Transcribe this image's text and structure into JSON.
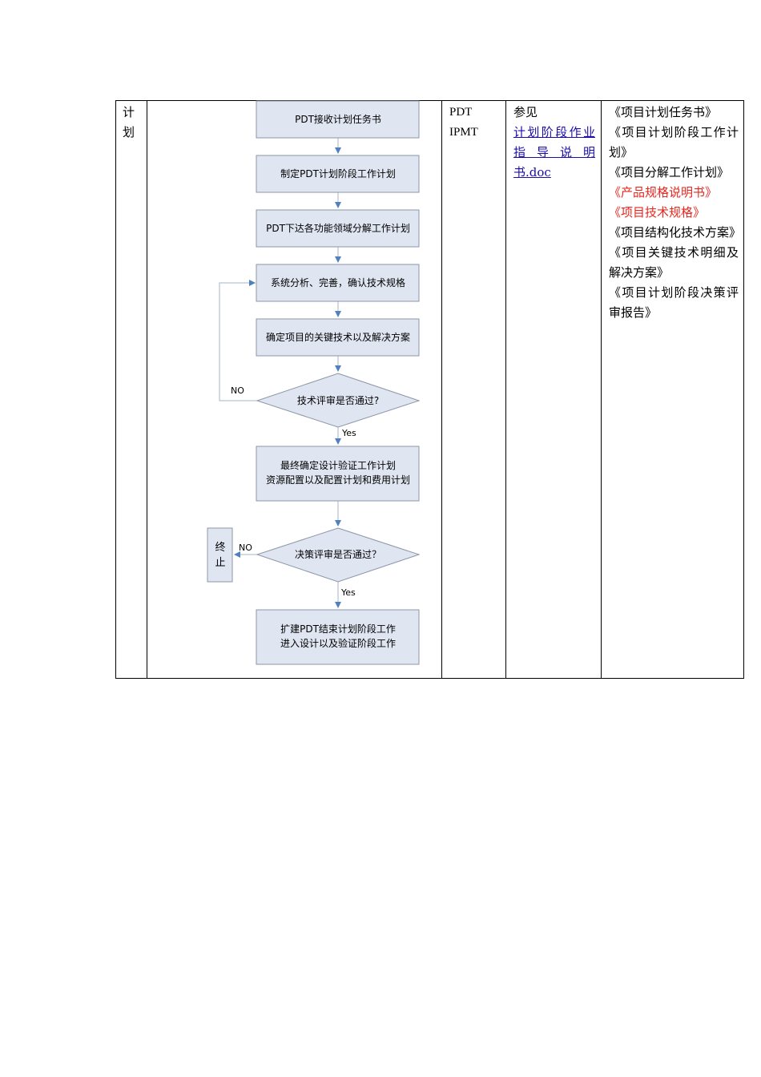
{
  "table": {
    "phase": [
      "计",
      "划"
    ],
    "owner": [
      "PDT",
      "IPMT"
    ],
    "reference": {
      "prefix": "参见",
      "link_lines": [
        "计划阶段作业",
        "指导说明",
        "书.doc"
      ]
    },
    "documents": [
      {
        "text": "《项目计划任务书》",
        "color": "#000000"
      },
      {
        "text": "《项目计划阶段工作计划》",
        "color": "#000000"
      },
      {
        "text": "《项目分解工作计划》",
        "color": "#000000"
      },
      {
        "text": "《产品规格说明书》",
        "color": "#e8261f"
      },
      {
        "text": "《项目技术规格》",
        "color": "#e8261f"
      },
      {
        "text": "《项目结构化技术方案》",
        "color": "#000000"
      },
      {
        "text": "《项目关键技术明细及解决方案》",
        "color": "#000000"
      },
      {
        "text": "《项目计划阶段决策评审报告》",
        "color": "#000000"
      }
    ]
  },
  "flowchart": {
    "steps": [
      "PDT接收计划任务书",
      "制定PDT计划阶段工作计划",
      "PDT下达各功能领域分解工作计划",
      "系统分析、完善，确认技术规格",
      "确定项目的关键技术以及解决方案"
    ],
    "decision1": "技术评审是否通过?",
    "decision1_no": "NO",
    "decision1_yes": "Yes",
    "final_plan": [
      "最终确定设计验证工作计划",
      "资源配置以及配置计划和费用计划"
    ],
    "decision2": "决策评审是否通过？",
    "decision2_no": "NO",
    "decision2_yes": "Yes",
    "terminate": [
      "终",
      "止"
    ],
    "end_step": [
      "扩建PDT结束计划阶段工作",
      "进入设计以及验证阶段工作"
    ],
    "colors": {
      "box_fill": "#dfe5f1",
      "box_stroke": "#8c96a8",
      "arrow": "#4f81bd"
    }
  }
}
